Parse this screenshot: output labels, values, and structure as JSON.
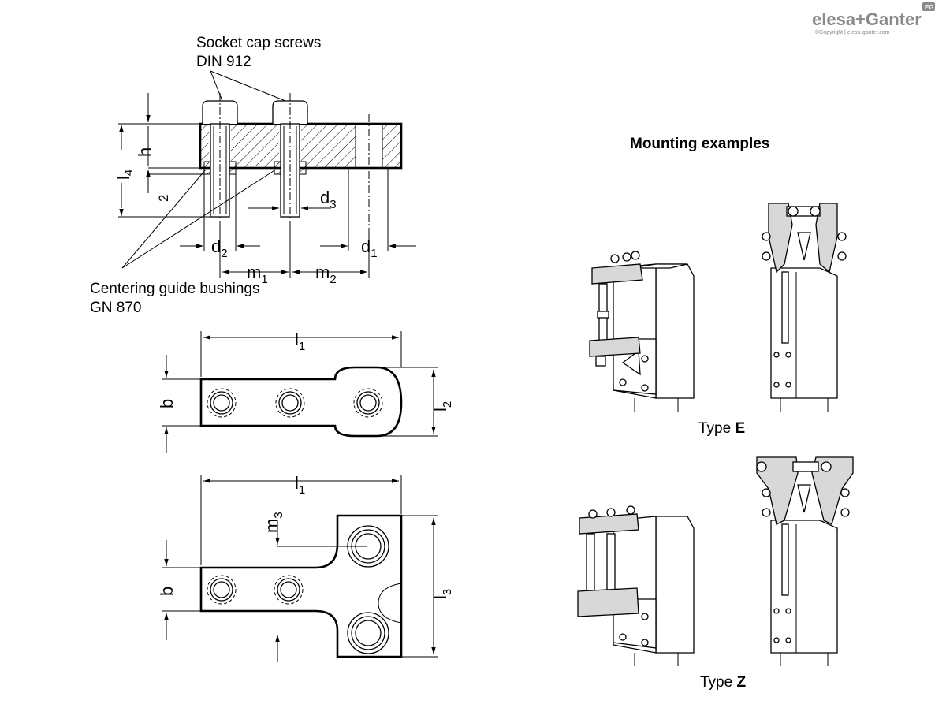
{
  "logo": {
    "brand": "elesa+Ganter",
    "badge": "EG",
    "copyright": "©Copyright | elesa-ganter.com"
  },
  "callouts": {
    "screws_line1": "Socket cap screws",
    "screws_line2": "DIN 912",
    "bushings_line1": "Centering guide bushings",
    "bushings_line2": "GN 870"
  },
  "dimensions": {
    "h": "h",
    "l": "l",
    "sub4": "4",
    "two": "2",
    "d": "d",
    "sub1": "1",
    "sub2": "2",
    "sub3": "3",
    "m": "m",
    "b": "b"
  },
  "mounting": {
    "title": "Mounting examples",
    "type_e_prefix": "Type ",
    "type_e_letter": "E",
    "type_z_prefix": "Type ",
    "type_z_letter": "Z"
  }
}
